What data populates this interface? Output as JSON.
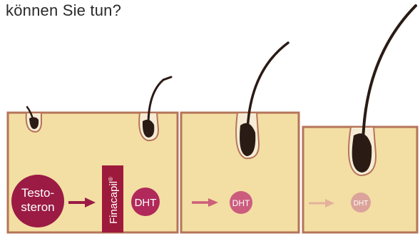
{
  "heading": "können Sie tun?",
  "labels": {
    "testosterone_line1": "Testo-",
    "testosterone_line2": "steron",
    "drug": "Finacapil",
    "drug_mark": "®",
    "dht_strong": "DHT",
    "dht_medium": "DHT",
    "dht_weak": "DHT"
  },
  "colors": {
    "skin": "#f3dfa3",
    "skin_border": "#b5745a",
    "hair": "#2a1b15",
    "follicle_inner": "#f6ecd5",
    "testosterone": "#9b1b45",
    "drug_box": "#9e1a3c",
    "dht_strong": "#b0295a",
    "dht_medium": "#cc5c7e",
    "dht_weak": "#dba39b",
    "arrow_strong": "#9b1b45",
    "arrow_medium": "#cc5f7a",
    "arrow_weak": "#e3b19e"
  }
}
